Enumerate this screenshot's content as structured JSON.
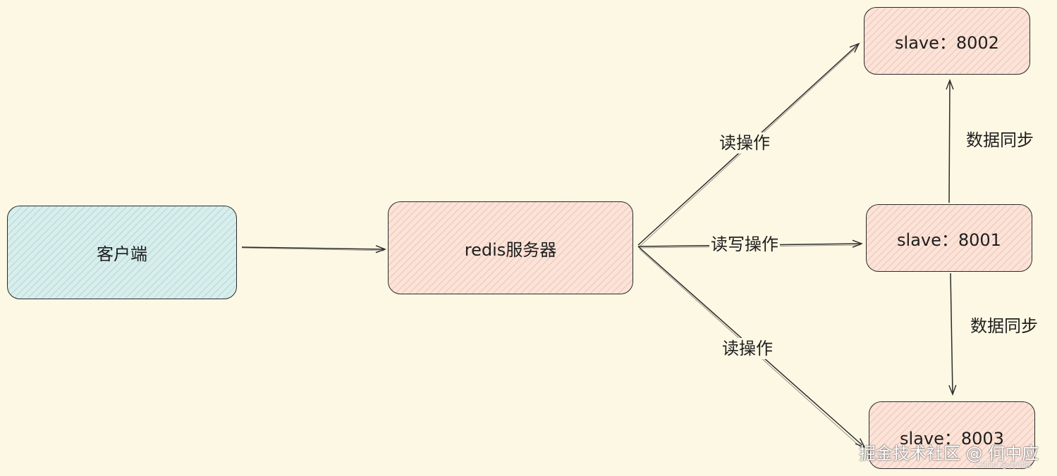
{
  "nodes": {
    "client": {
      "label": "客户端",
      "color": "#d7eeec"
    },
    "redis": {
      "label": "redis服务器",
      "color": "#fbe3d8"
    },
    "slave8002": {
      "label": "slave：8002",
      "color": "#fbe3d8"
    },
    "slave8001": {
      "label": "slave：8001",
      "color": "#fbe3d8"
    },
    "slave8003": {
      "label": "slave：8003",
      "color": "#fbe3d8"
    }
  },
  "edges": {
    "read_top": "读操作",
    "read_write": "读写操作",
    "read_bottom": "读操作",
    "sync_up": "数据同步",
    "sync_down": "数据同步"
  },
  "watermark": {
    "main": "掘金技术社区 @ 何中应",
    "small": "CSDN @何中应"
  }
}
